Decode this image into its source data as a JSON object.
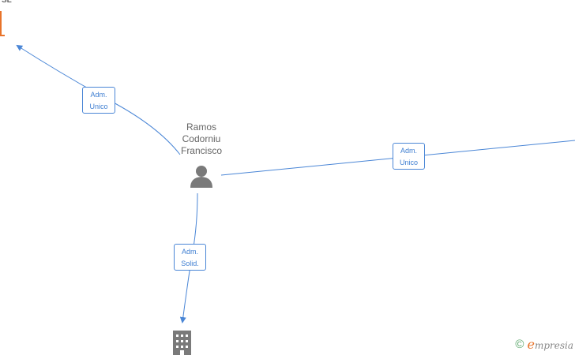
{
  "colors": {
    "edge": "#4a86d6",
    "node_icon": "#7a7a7a",
    "company_accent": "#e8732a",
    "label_text": "#666666",
    "edge_label_text": "#3f7fd2",
    "watermark_green": "#5aa66a"
  },
  "nodes": {
    "person": {
      "name_lines": [
        "Ramos",
        "Codorniu",
        "Francisco"
      ],
      "icon": "person-icon"
    },
    "company_top_left": {
      "label_partial": "SL",
      "icon": "company-orange-icon"
    },
    "company_bottom": {
      "icon": "building-icon"
    }
  },
  "edges": [
    {
      "from": "person",
      "to": "company_top_left",
      "label_lines": [
        "Adm.",
        "Unico"
      ]
    },
    {
      "from": "person",
      "to": "offscreen_right",
      "label_lines": [
        "Adm.",
        "Unico"
      ]
    },
    {
      "from": "person",
      "to": "company_bottom",
      "label_lines": [
        "Adm.",
        "Solid."
      ]
    }
  ],
  "watermark": {
    "copyright_symbol": "©",
    "brand_first": "e",
    "brand_rest": "mpresia",
    "icon": "copyright-icon"
  }
}
